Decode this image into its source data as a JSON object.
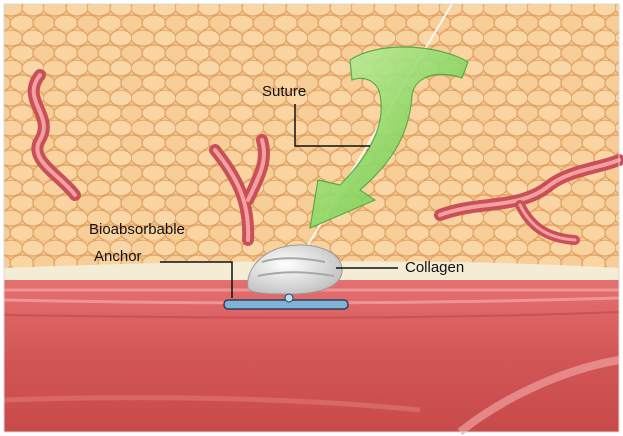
{
  "labels": {
    "suture": "Suture",
    "bioabsorbable": "Bioabsorbable",
    "anchor": "Anchor",
    "collagen": "Collagen"
  },
  "colors": {
    "fat": "#f4c890",
    "fat_cell_outline": "#dc9a5a",
    "vessel": "#d9606a",
    "vessel_highlight": "#f2a0a0",
    "tissue_boundary": "#f5ecd6",
    "muscle": "#d85c5c",
    "lumen": "#c94848",
    "arrow": "#8fda6a",
    "collagen": "#eeeeee",
    "anchor": "#7fb3d6"
  }
}
